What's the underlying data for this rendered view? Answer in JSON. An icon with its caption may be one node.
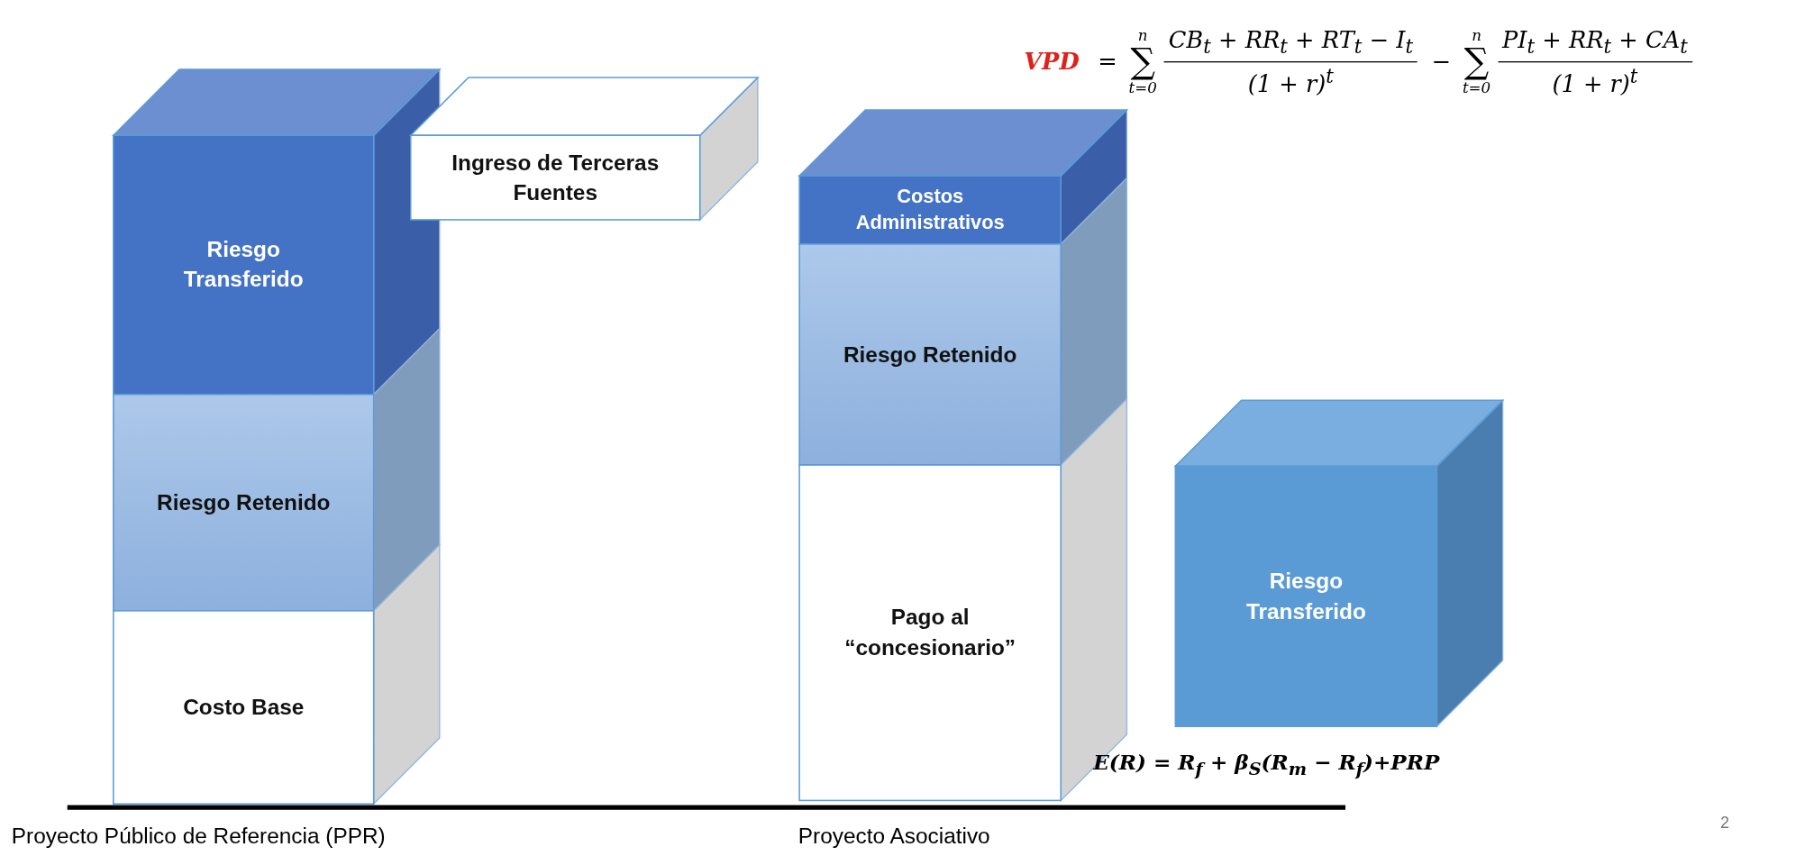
{
  "diagram": {
    "nodes": [
      {
        "text": [
          "Riesgo Transferido"
        ]
      },
      {
        "text": [
          "Riesgo Retenido"
        ]
      },
      {
        "text": [
          "Costo Base"
        ]
      },
      {
        "text": [
          "Ingreso de Terceras Fuentes"
        ]
      },
      {
        "text": [
          "Costos Administrativos"
        ]
      },
      {
        "text": [
          "Riesgo Retenido"
        ]
      },
      {
        "text": [
          "Pago al “concesionario”"
        ]
      },
      {
        "text": [
          "Riesgo Transferido"
        ]
      }
    ],
    "edges": [],
    "labels": [
      "VPD",
      "=",
      "n",
      "∑",
      "t=0",
      "CB$_{t}$ + RR$_{t}$ + RT$_{t}$ − I$_{t}$",
      "(1 + r)$^{t}$",
      "−",
      "n",
      "∑",
      "t=0",
      "PI$_{t}$ + RR$_{t}$ + CA$_{t}$",
      "(1 + r)$^{t}$",
      "E(R) = R$_{f}$ + β$_{S}$(R$_{m}$ − R$_{f}$)+PRP",
      "Proyecto Público de Referencia (PPR)",
      "Proyecto Asociativo",
      "2"
    ]
  }
}
